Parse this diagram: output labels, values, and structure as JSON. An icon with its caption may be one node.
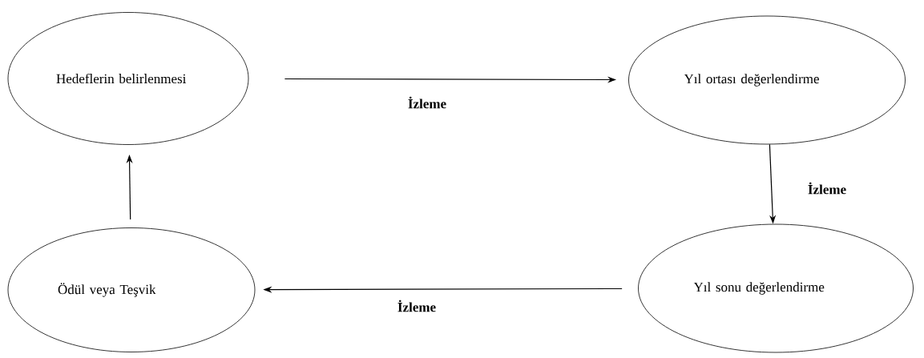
{
  "diagram": {
    "nodes": [
      {
        "text": [
          "Hedeflerin belirlenmesi"
        ]
      },
      {
        "text": [
          "Yıl ortası değerlendirme"
        ]
      },
      {
        "text": [
          "Yıl sonu değerlendirme"
        ]
      },
      {
        "text": [
          "Ödül veya Teşvik"
        ]
      }
    ],
    "edges": [
      {
        "from": 0,
        "to": 1,
        "arrow": "to",
        "label": "İzleme"
      },
      {
        "from": 1,
        "to": 2,
        "arrow": "to",
        "label": "İzleme"
      },
      {
        "from": 2,
        "to": 3,
        "arrow": "to",
        "label": "İzleme"
      },
      {
        "from": 3,
        "to": 0,
        "arrow": "to"
      }
    ]
  }
}
